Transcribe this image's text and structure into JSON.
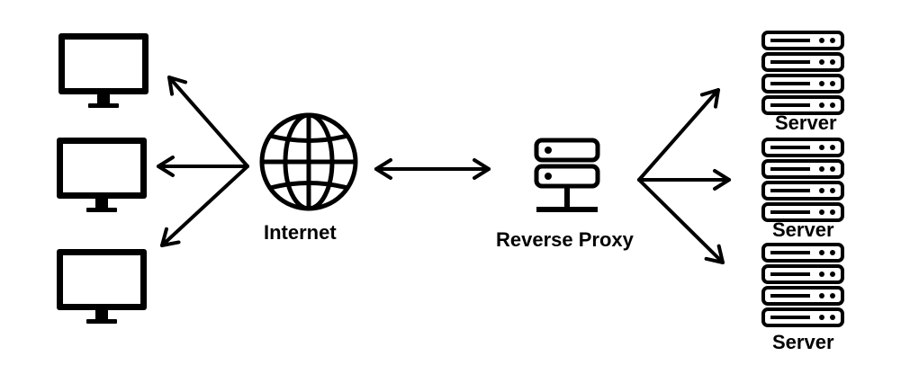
{
  "labels": {
    "internet": "Internet",
    "reverse_proxy": "Reverse Proxy",
    "servers": [
      "Server",
      "Server",
      "Server"
    ]
  },
  "icons": {
    "clients": [
      "monitor-icon",
      "monitor-icon",
      "monitor-icon"
    ],
    "internet": "globe-icon",
    "reverse_proxy": "proxy-server-icon",
    "servers": [
      "server-rack-icon",
      "server-rack-icon",
      "server-rack-icon"
    ]
  },
  "colors": {
    "stroke": "#000000",
    "background": "#ffffff"
  }
}
